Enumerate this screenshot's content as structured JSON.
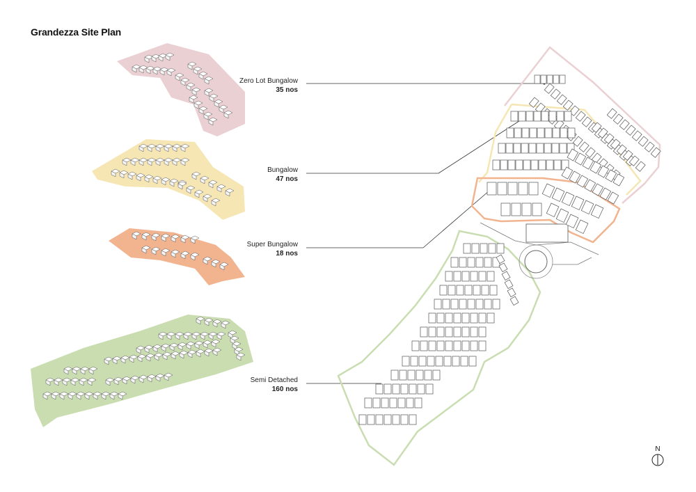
{
  "title": "Grandezza Site Plan",
  "compass_label": "N",
  "zones": [
    {
      "name": "Zero Lot Bungalow",
      "count": "35 nos",
      "color": "#ead0d3"
    },
    {
      "name": "Bungalow",
      "count": "47 nos",
      "color": "#f6e6b4"
    },
    {
      "name": "Super Bungalow",
      "count": "18 nos",
      "color": "#f2b38f"
    },
    {
      "name": "Semi Detached",
      "count": "160 nos",
      "color": "#c9ddb1"
    }
  ],
  "colors": {
    "outline_line": "#333333",
    "house_stroke": "#555555",
    "house_fill": "#ffffff"
  }
}
